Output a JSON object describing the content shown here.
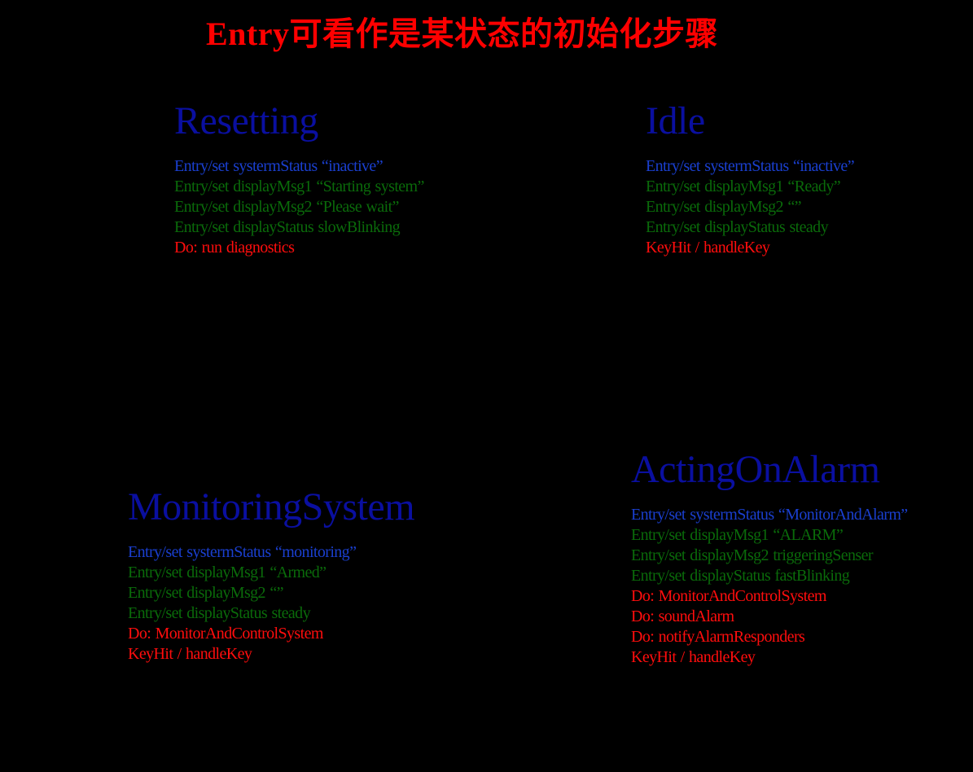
{
  "title": "Entry可看作是某状态的初始化步骤",
  "colors": {
    "background": "#000000",
    "title": "#ff0000",
    "state_name": "#0a0fa0",
    "entry_status": "#1a3fcf",
    "entry_display": "#0a6a0a",
    "activity": "#ff0d0d"
  },
  "states": [
    {
      "name": "Resetting",
      "lines": [
        {
          "text": "Entry/set systermStatus “inactive”",
          "kind": "blue"
        },
        {
          "text": "Entry/set displayMsg1  “Starting  system”",
          "kind": "green"
        },
        {
          "text": "Entry/set displayMsg2  “Please wait”",
          "kind": "green"
        },
        {
          "text": "Entry/set displayStatus  slowBlinking",
          "kind": "green"
        },
        {
          "text": "Do: run diagnostics",
          "kind": "red"
        }
      ]
    },
    {
      "name": "Idle",
      "lines": [
        {
          "text": "Entry/set systermStatus “inactive”",
          "kind": "blue"
        },
        {
          "text": "Entry/set displayMsg1  “Ready”",
          "kind": "green"
        },
        {
          "text": "Entry/set displayMsg2  “”",
          "kind": "green"
        },
        {
          "text": "Entry/set displayStatus  steady",
          "kind": "green"
        },
        {
          "text": "KeyHit / handleKey",
          "kind": "red"
        }
      ]
    },
    {
      "name": "MonitoringSystem",
      "lines": [
        {
          "text": "Entry/set systermStatus “monitoring”",
          "kind": "blue"
        },
        {
          "text": "Entry/set displayMsg1  “Armed”",
          "kind": "green"
        },
        {
          "text": "Entry/set displayMsg2  “”",
          "kind": "green"
        },
        {
          "text": "Entry/set displayStatus  steady",
          "kind": "green"
        },
        {
          "text": "Do: MonitorAndControlSystem",
          "kind": "red"
        },
        {
          "text": "KeyHit / handleKey",
          "kind": "red"
        }
      ]
    },
    {
      "name": "ActingOnAlarm",
      "lines": [
        {
          "text": "Entry/set systermStatus “MonitorAndAlarm”",
          "kind": "blue"
        },
        {
          "text": "Entry/set displayMsg1  “ALARM”",
          "kind": "green"
        },
        {
          "text": "Entry/set displayMsg2  triggeringSenser",
          "kind": "green"
        },
        {
          "text": "Entry/set displayStatus  fastBlinking",
          "kind": "green"
        },
        {
          "text": "Do: MonitorAndControlSystem",
          "kind": "red"
        },
        {
          "text": "Do: soundAlarm",
          "kind": "red"
        },
        {
          "text": "Do: notifyAlarmResponders",
          "kind": "red"
        },
        {
          "text": "KeyHit / handleKey",
          "kind": "red"
        }
      ]
    }
  ]
}
